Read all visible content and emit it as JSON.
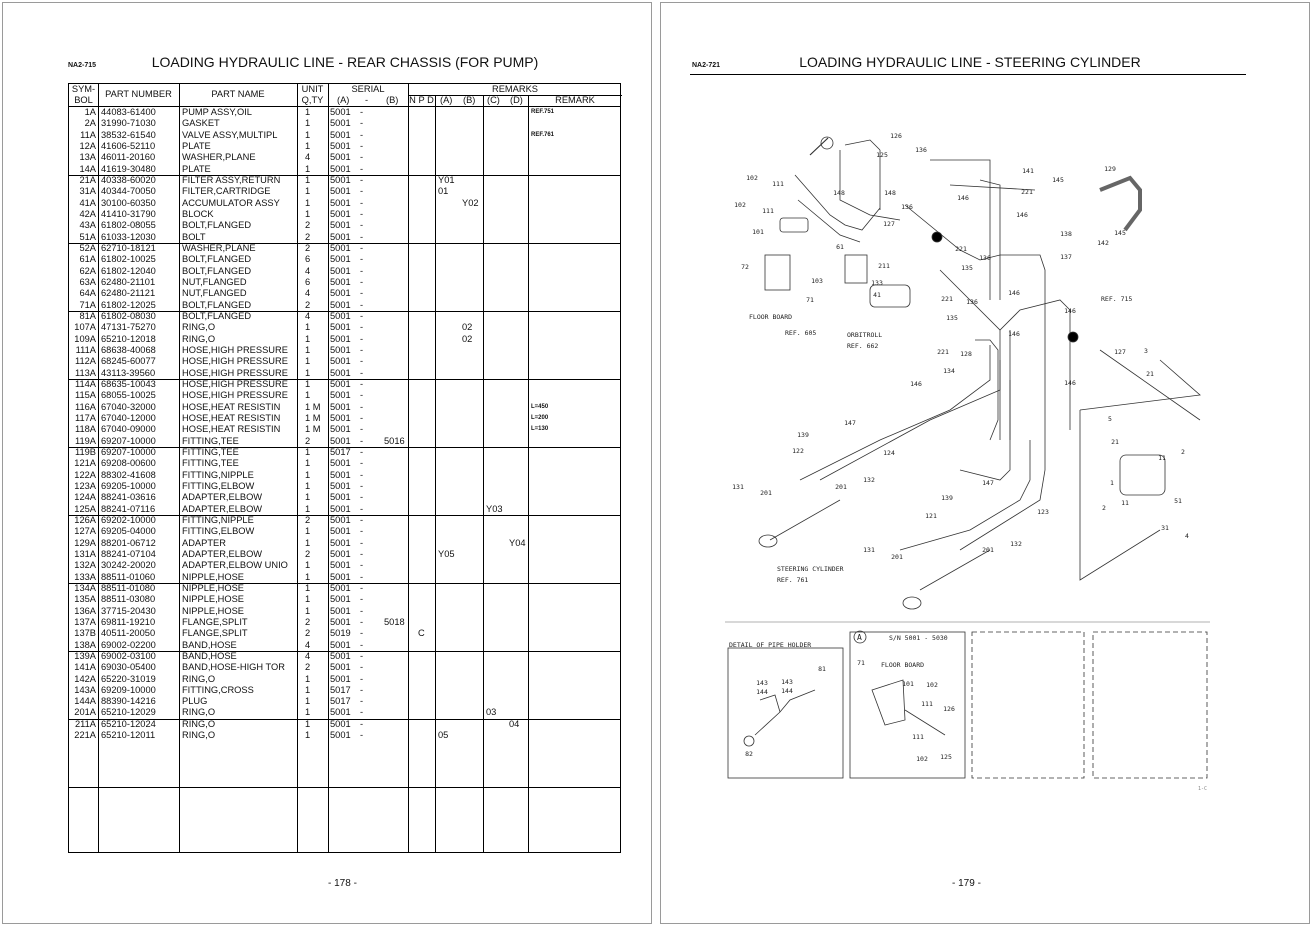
{
  "left_page": {
    "code": "NA2-715",
    "title": "LOADING HYDRAULIC LINE - REAR CHASSIS (FOR PUMP)",
    "folio": "- 178 -",
    "headers": {
      "sym1": "SYM-",
      "sym2": "BOL",
      "part_number": "PART NUMBER",
      "part_name": "PART NAME",
      "unit1": "UNIT",
      "unit2": "Q,TY",
      "serial": "SERIAL",
      "serial_a": "(A)",
      "serial_dash": "-",
      "serial_b": "(B)",
      "remarks": "REMARKS",
      "npd": "N P D",
      "ra": "(A)",
      "rb": "(B)",
      "rc": "(C)",
      "rd": "(D)",
      "remark": "REMARK"
    },
    "rows": [
      {
        "sym": "1A",
        "pn": "44083-61400",
        "name": "PUMP ASSY,OIL",
        "qty": "1",
        "sa": "5001",
        "sd": "-",
        "sb": "",
        "npd": "",
        "a": "",
        "b": "",
        "c": "",
        "d": "",
        "remark": "REF.751"
      },
      {
        "sym": "2A",
        "pn": "31990-71030",
        "name": "GASKET",
        "qty": "1",
        "sa": "5001",
        "sd": "-",
        "sb": "",
        "npd": "",
        "a": "",
        "b": "",
        "c": "",
        "d": "",
        "remark": ""
      },
      {
        "sym": "11A",
        "pn": "38532-61540",
        "name": "VALVE ASSY,MULTIPL",
        "qty": "1",
        "sa": "5001",
        "sd": "-",
        "sb": "",
        "npd": "",
        "a": "",
        "b": "",
        "c": "",
        "d": "",
        "remark": "REF.761"
      },
      {
        "sym": "12A",
        "pn": "41606-52110",
        "name": "PLATE",
        "qty": "1",
        "sa": "5001",
        "sd": "-",
        "sb": "",
        "npd": "",
        "a": "",
        "b": "",
        "c": "",
        "d": "",
        "remark": ""
      },
      {
        "sym": "13A",
        "pn": "46011-20160",
        "name": "WASHER,PLANE",
        "qty": "4",
        "sa": "5001",
        "sd": "-",
        "sb": "",
        "npd": "",
        "a": "",
        "b": "",
        "c": "",
        "d": "",
        "remark": ""
      },
      {
        "sym": "14A",
        "pn": "41619-30480",
        "name": "PLATE",
        "qty": "1",
        "sa": "5001",
        "sd": "-",
        "sb": "",
        "npd": "",
        "a": "",
        "b": "",
        "c": "",
        "d": "",
        "remark": ""
      },
      {
        "sym": "21A",
        "pn": "40338-60020",
        "name": "FILTER ASSY,RETURN",
        "qty": "1",
        "sa": "5001",
        "sd": "-",
        "sb": "",
        "npd": "",
        "a": "Y01",
        "b": "",
        "c": "",
        "d": "",
        "remark": ""
      },
      {
        "sym": "31A",
        "pn": "40344-70050",
        "name": "FILTER,CARTRIDGE",
        "qty": "1",
        "sa": "5001",
        "sd": "-",
        "sb": "",
        "npd": "",
        "a": "01",
        "b": "",
        "c": "",
        "d": "",
        "remark": ""
      },
      {
        "sym": "41A",
        "pn": "30100-60350",
        "name": "ACCUMULATOR ASSY",
        "qty": "1",
        "sa": "5001",
        "sd": "-",
        "sb": "",
        "npd": "",
        "a": "",
        "b": "Y02",
        "c": "",
        "d": "",
        "remark": ""
      },
      {
        "sym": "42A",
        "pn": "41410-31790",
        "name": "BLOCK",
        "qty": "1",
        "sa": "5001",
        "sd": "-",
        "sb": "",
        "npd": "",
        "a": "",
        "b": "",
        "c": "",
        "d": "",
        "remark": ""
      },
      {
        "sym": "43A",
        "pn": "61802-08055",
        "name": "BOLT,FLANGED",
        "qty": "2",
        "sa": "5001",
        "sd": "-",
        "sb": "",
        "npd": "",
        "a": "",
        "b": "",
        "c": "",
        "d": "",
        "remark": ""
      },
      {
        "sym": "51A",
        "pn": "61033-12030",
        "name": "BOLT",
        "qty": "2",
        "sa": "5001",
        "sd": "-",
        "sb": "",
        "npd": "",
        "a": "",
        "b": "",
        "c": "",
        "d": "",
        "remark": ""
      },
      {
        "sym": "52A",
        "pn": "62710-18121",
        "name": "WASHER,PLANE",
        "qty": "2",
        "sa": "5001",
        "sd": "-",
        "sb": "",
        "npd": "",
        "a": "",
        "b": "",
        "c": "",
        "d": "",
        "remark": ""
      },
      {
        "sym": "61A",
        "pn": "61802-10025",
        "name": "BOLT,FLANGED",
        "qty": "6",
        "sa": "5001",
        "sd": "-",
        "sb": "",
        "npd": "",
        "a": "",
        "b": "",
        "c": "",
        "d": "",
        "remark": ""
      },
      {
        "sym": "62A",
        "pn": "61802-12040",
        "name": "BOLT,FLANGED",
        "qty": "4",
        "sa": "5001",
        "sd": "-",
        "sb": "",
        "npd": "",
        "a": "",
        "b": "",
        "c": "",
        "d": "",
        "remark": ""
      },
      {
        "sym": "63A",
        "pn": "62480-21101",
        "name": "NUT,FLANGED",
        "qty": "6",
        "sa": "5001",
        "sd": "-",
        "sb": "",
        "npd": "",
        "a": "",
        "b": "",
        "c": "",
        "d": "",
        "remark": ""
      },
      {
        "sym": "64A",
        "pn": "62480-21121",
        "name": "NUT,FLANGED",
        "qty": "4",
        "sa": "5001",
        "sd": "-",
        "sb": "",
        "npd": "",
        "a": "",
        "b": "",
        "c": "",
        "d": "",
        "remark": ""
      },
      {
        "sym": "71A",
        "pn": "61802-12025",
        "name": "BOLT,FLANGED",
        "qty": "2",
        "sa": "5001",
        "sd": "-",
        "sb": "",
        "npd": "",
        "a": "",
        "b": "",
        "c": "",
        "d": "",
        "remark": ""
      },
      {
        "sym": "81A",
        "pn": "61802-08030",
        "name": "BOLT,FLANGED",
        "qty": "4",
        "sa": "5001",
        "sd": "-",
        "sb": "",
        "npd": "",
        "a": "",
        "b": "",
        "c": "",
        "d": "",
        "remark": ""
      },
      {
        "sym": "107A",
        "pn": "47131-75270",
        "name": "RING,O",
        "qty": "1",
        "sa": "5001",
        "sd": "-",
        "sb": "",
        "npd": "",
        "a": "",
        "b": "02",
        "c": "",
        "d": "",
        "remark": ""
      },
      {
        "sym": "109A",
        "pn": "65210-12018",
        "name": "RING,O",
        "qty": "1",
        "sa": "5001",
        "sd": "-",
        "sb": "",
        "npd": "",
        "a": "",
        "b": "02",
        "c": "",
        "d": "",
        "remark": ""
      },
      {
        "sym": "111A",
        "pn": "68638-40068",
        "name": "HOSE,HIGH PRESSURE",
        "qty": "1",
        "sa": "5001",
        "sd": "-",
        "sb": "",
        "npd": "",
        "a": "",
        "b": "",
        "c": "",
        "d": "",
        "remark": ""
      },
      {
        "sym": "112A",
        "pn": "68245-60077",
        "name": "HOSE,HIGH PRESSURE",
        "qty": "1",
        "sa": "5001",
        "sd": "-",
        "sb": "",
        "npd": "",
        "a": "",
        "b": "",
        "c": "",
        "d": "",
        "remark": ""
      },
      {
        "sym": "113A",
        "pn": "43113-39560",
        "name": "HOSE,HIGH PRESSURE",
        "qty": "1",
        "sa": "5001",
        "sd": "-",
        "sb": "",
        "npd": "",
        "a": "",
        "b": "",
        "c": "",
        "d": "",
        "remark": ""
      },
      {
        "sym": "114A",
        "pn": "68635-10043",
        "name": "HOSE,HIGH PRESSURE",
        "qty": "1",
        "sa": "5001",
        "sd": "-",
        "sb": "",
        "npd": "",
        "a": "",
        "b": "",
        "c": "",
        "d": "",
        "remark": ""
      },
      {
        "sym": "115A",
        "pn": "68055-10025",
        "name": "HOSE,HIGH PRESSURE",
        "qty": "1",
        "sa": "5001",
        "sd": "-",
        "sb": "",
        "npd": "",
        "a": "",
        "b": "",
        "c": "",
        "d": "",
        "remark": ""
      },
      {
        "sym": "116A",
        "pn": "67040-32000",
        "name": "HOSE,HEAT RESISTIN",
        "qty": "1 M",
        "sa": "5001",
        "sd": "-",
        "sb": "",
        "npd": "",
        "a": "",
        "b": "",
        "c": "",
        "d": "",
        "remark": "L=450"
      },
      {
        "sym": "117A",
        "pn": "67040-12000",
        "name": "HOSE,HEAT RESISTIN",
        "qty": "1 M",
        "sa": "5001",
        "sd": "-",
        "sb": "",
        "npd": "",
        "a": "",
        "b": "",
        "c": "",
        "d": "",
        "remark": "L=200"
      },
      {
        "sym": "118A",
        "pn": "67040-09000",
        "name": "HOSE,HEAT RESISTIN",
        "qty": "1 M",
        "sa": "5001",
        "sd": "-",
        "sb": "",
        "npd": "",
        "a": "",
        "b": "",
        "c": "",
        "d": "",
        "remark": "L=130"
      },
      {
        "sym": "119A",
        "pn": "69207-10000",
        "name": "FITTING,TEE",
        "qty": "2",
        "sa": "5001",
        "sd": "-",
        "sb": "5016",
        "npd": "",
        "a": "",
        "b": "",
        "c": "",
        "d": "",
        "remark": ""
      },
      {
        "sym": "119B",
        "pn": "69207-10000",
        "name": "FITTING,TEE",
        "qty": "1",
        "sa": "5017",
        "sd": "-",
        "sb": "",
        "npd": "",
        "a": "",
        "b": "",
        "c": "",
        "d": "",
        "remark": ""
      },
      {
        "sym": "121A",
        "pn": "69208-00600",
        "name": "FITTING,TEE",
        "qty": "1",
        "sa": "5001",
        "sd": "-",
        "sb": "",
        "npd": "",
        "a": "",
        "b": "",
        "c": "",
        "d": "",
        "remark": ""
      },
      {
        "sym": "122A",
        "pn": "88302-41608",
        "name": "FITTING,NIPPLE",
        "qty": "1",
        "sa": "5001",
        "sd": "-",
        "sb": "",
        "npd": "",
        "a": "",
        "b": "",
        "c": "",
        "d": "",
        "remark": ""
      },
      {
        "sym": "123A",
        "pn": "69205-10000",
        "name": "FITTING,ELBOW",
        "qty": "1",
        "sa": "5001",
        "sd": "-",
        "sb": "",
        "npd": "",
        "a": "",
        "b": "",
        "c": "",
        "d": "",
        "remark": ""
      },
      {
        "sym": "124A",
        "pn": "88241-03616",
        "name": "ADAPTER,ELBOW",
        "qty": "1",
        "sa": "5001",
        "sd": "-",
        "sb": "",
        "npd": "",
        "a": "",
        "b": "",
        "c": "",
        "d": "",
        "remark": ""
      },
      {
        "sym": "125A",
        "pn": "88241-07116",
        "name": "ADAPTER,ELBOW",
        "qty": "1",
        "sa": "5001",
        "sd": "-",
        "sb": "",
        "npd": "",
        "a": "",
        "b": "",
        "c": "Y03",
        "d": "",
        "remark": ""
      },
      {
        "sym": "126A",
        "pn": "69202-10000",
        "name": "FITTING,NIPPLE",
        "qty": "2",
        "sa": "5001",
        "sd": "-",
        "sb": "",
        "npd": "",
        "a": "",
        "b": "",
        "c": "",
        "d": "",
        "remark": ""
      },
      {
        "sym": "127A",
        "pn": "69205-04000",
        "name": "FITTING,ELBOW",
        "qty": "1",
        "sa": "5001",
        "sd": "-",
        "sb": "",
        "npd": "",
        "a": "",
        "b": "",
        "c": "",
        "d": "",
        "remark": ""
      },
      {
        "sym": "129A",
        "pn": "88201-06712",
        "name": "ADAPTER",
        "qty": "1",
        "sa": "5001",
        "sd": "-",
        "sb": "",
        "npd": "",
        "a": "",
        "b": "",
        "c": "",
        "d": "Y04",
        "remark": ""
      },
      {
        "sym": "131A",
        "pn": "88241-07104",
        "name": "ADAPTER,ELBOW",
        "qty": "2",
        "sa": "5001",
        "sd": "-",
        "sb": "",
        "npd": "",
        "a": "Y05",
        "b": "",
        "c": "",
        "d": "",
        "remark": ""
      },
      {
        "sym": "132A",
        "pn": "30242-20020",
        "name": "ADAPTER,ELBOW UNIO",
        "qty": "1",
        "sa": "5001",
        "sd": "-",
        "sb": "",
        "npd": "",
        "a": "",
        "b": "",
        "c": "",
        "d": "",
        "remark": ""
      },
      {
        "sym": "133A",
        "pn": "88511-01060",
        "name": "NIPPLE,HOSE",
        "qty": "1",
        "sa": "5001",
        "sd": "-",
        "sb": "",
        "npd": "",
        "a": "",
        "b": "",
        "c": "",
        "d": "",
        "remark": ""
      },
      {
        "sym": "134A",
        "pn": "88511-01080",
        "name": "NIPPLE,HOSE",
        "qty": "1",
        "sa": "5001",
        "sd": "-",
        "sb": "",
        "npd": "",
        "a": "",
        "b": "",
        "c": "",
        "d": "",
        "remark": ""
      },
      {
        "sym": "135A",
        "pn": "88511-03080",
        "name": "NIPPLE,HOSE",
        "qty": "1",
        "sa": "5001",
        "sd": "-",
        "sb": "",
        "npd": "",
        "a": "",
        "b": "",
        "c": "",
        "d": "",
        "remark": ""
      },
      {
        "sym": "136A",
        "pn": "37715-20430",
        "name": "NIPPLE,HOSE",
        "qty": "1",
        "sa": "5001",
        "sd": "-",
        "sb": "",
        "npd": "",
        "a": "",
        "b": "",
        "c": "",
        "d": "",
        "remark": ""
      },
      {
        "sym": "137A",
        "pn": "69811-19210",
        "name": "FLANGE,SPLIT",
        "qty": "2",
        "sa": "5001",
        "sd": "-",
        "sb": "5018",
        "npd": "",
        "a": "",
        "b": "",
        "c": "",
        "d": "",
        "remark": ""
      },
      {
        "sym": "137B",
        "pn": "40511-20050",
        "name": "FLANGE,SPLIT",
        "qty": "2",
        "sa": "5019",
        "sd": "-",
        "sb": "",
        "npd": "C",
        "a": "",
        "b": "",
        "c": "",
        "d": "",
        "remark": ""
      },
      {
        "sym": "138A",
        "pn": "69002-02200",
        "name": "BAND,HOSE",
        "qty": "4",
        "sa": "5001",
        "sd": "-",
        "sb": "",
        "npd": "",
        "a": "",
        "b": "",
        "c": "",
        "d": "",
        "remark": ""
      },
      {
        "sym": "139A",
        "pn": "69002-03100",
        "name": "BAND,HOSE",
        "qty": "4",
        "sa": "5001",
        "sd": "-",
        "sb": "",
        "npd": "",
        "a": "",
        "b": "",
        "c": "",
        "d": "",
        "remark": ""
      },
      {
        "sym": "141A",
        "pn": "69030-05400",
        "name": "BAND,HOSE-HIGH TOR",
        "qty": "2",
        "sa": "5001",
        "sd": "-",
        "sb": "",
        "npd": "",
        "a": "",
        "b": "",
        "c": "",
        "d": "",
        "remark": ""
      },
      {
        "sym": "142A",
        "pn": "65220-31019",
        "name": "RING,O",
        "qty": "1",
        "sa": "5001",
        "sd": "-",
        "sb": "",
        "npd": "",
        "a": "",
        "b": "",
        "c": "",
        "d": "",
        "remark": ""
      },
      {
        "sym": "143A",
        "pn": "69209-10000",
        "name": "FITTING,CROSS",
        "qty": "1",
        "sa": "5017",
        "sd": "-",
        "sb": "",
        "npd": "",
        "a": "",
        "b": "",
        "c": "",
        "d": "",
        "remark": ""
      },
      {
        "sym": "144A",
        "pn": "88390-14216",
        "name": "PLUG",
        "qty": "1",
        "sa": "5017",
        "sd": "-",
        "sb": "",
        "npd": "",
        "a": "",
        "b": "",
        "c": "",
        "d": "",
        "remark": ""
      },
      {
        "sym": "201A",
        "pn": "65210-12029",
        "name": "RING,O",
        "qty": "1",
        "sa": "5001",
        "sd": "-",
        "sb": "",
        "npd": "",
        "a": "",
        "b": "",
        "c": "03",
        "d": "",
        "remark": ""
      },
      {
        "sym": "211A",
        "pn": "65210-12024",
        "name": "RING,O",
        "qty": "1",
        "sa": "5001",
        "sd": "-",
        "sb": "",
        "npd": "",
        "a": "",
        "b": "",
        "c": "",
        "d": "04",
        "remark": ""
      },
      {
        "sym": "221A",
        "pn": "65210-12011",
        "name": "RING,O",
        "qty": "1",
        "sa": "5001",
        "sd": "-",
        "sb": "",
        "npd": "",
        "a": "05",
        "b": "",
        "c": "",
        "d": "",
        "remark": ""
      }
    ]
  },
  "right_page": {
    "code": "NA2-721",
    "title": "LOADING HYDRAULIC LINE - STEERING CYLINDER",
    "folio": "- 179 -",
    "sheet_ref": "1-C",
    "labels": {
      "floor_board": "FLOOR BOARD",
      "ref_605": "REF. 605",
      "orbitroll": "ORBITROLL",
      "ref_662": "REF. 662",
      "ref_715": "REF. 715",
      "steering_cylinder": "STEERING CYLINDER",
      "ref_761": "REF. 761",
      "detail_pipe_holder": "DETAIL OF PIPE HOLDER",
      "view_a": "A",
      "serial_range": "S/N 5001 - 5030",
      "floor_board_detail": "FLOOR BOARD"
    },
    "callouts": [
      "126",
      "136",
      "125",
      "102",
      "111",
      "102",
      "111",
      "101",
      "72",
      "148",
      "148",
      "136",
      "146",
      "221",
      "141",
      "146",
      "145",
      "129",
      "138",
      "142",
      "145",
      "137",
      "127",
      "61",
      "211",
      "133",
      "103",
      "71",
      "41",
      "221",
      "135",
      "136",
      "221",
      "135",
      "136",
      "146",
      "146",
      "146",
      "221",
      "128",
      "134",
      "146",
      "146",
      "127",
      "3",
      "21",
      "147",
      "139",
      "122",
      "124",
      "131",
      "201",
      "132",
      "201",
      "139",
      "147",
      "121",
      "123",
      "131",
      "201",
      "132",
      "201",
      "5",
      "21",
      "2",
      "11",
      "1",
      "51",
      "2",
      "11",
      "31",
      "4",
      "143",
      "144",
      "143",
      "144",
      "81",
      "82",
      "71",
      "101",
      "102",
      "111",
      "126",
      "111",
      "102",
      "125"
    ]
  }
}
